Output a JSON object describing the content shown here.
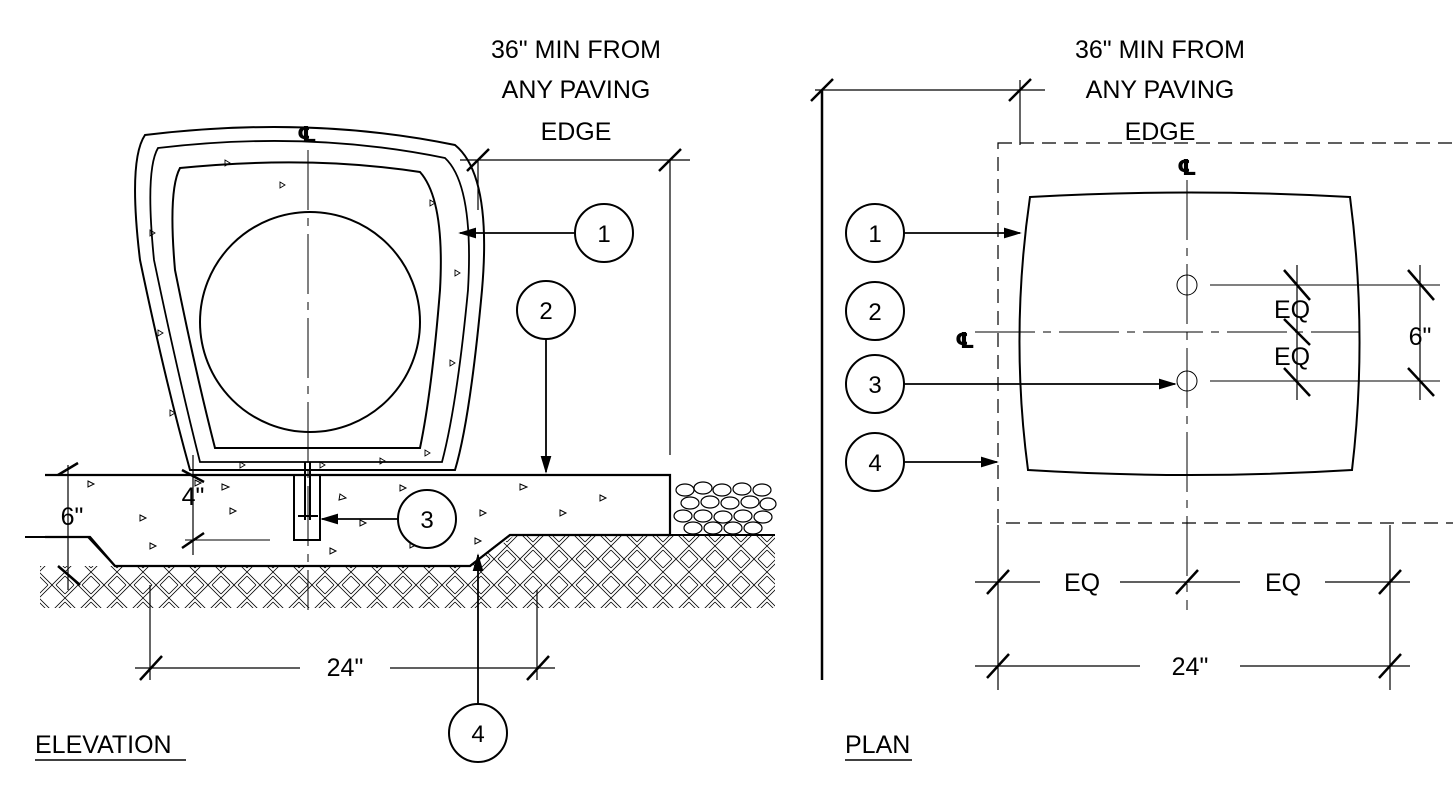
{
  "elevation": {
    "title": "ELEVATION",
    "note_line1": "36\" MIN FROM",
    "note_line2": "ANY PAVING",
    "note_line3": "EDGE",
    "centerline": "℄",
    "dim_6": "6\"",
    "dim_4": "4\"",
    "dim_24": "24\"",
    "callouts": [
      "1",
      "2",
      "3",
      "4"
    ]
  },
  "plan": {
    "title": "PLAN",
    "note_line1": "36\" MIN FROM",
    "note_line2": "ANY PAVING",
    "note_line3": "EDGE",
    "centerline_v": "℄",
    "centerline_h": "℄",
    "dim_eq_top": "EQ",
    "dim_eq_mid": "EQ",
    "dim_6": "6\"",
    "dim_eq_left": "EQ",
    "dim_eq_right": "EQ",
    "dim_24": "24\"",
    "callouts": [
      "1",
      "2",
      "3",
      "4"
    ]
  }
}
